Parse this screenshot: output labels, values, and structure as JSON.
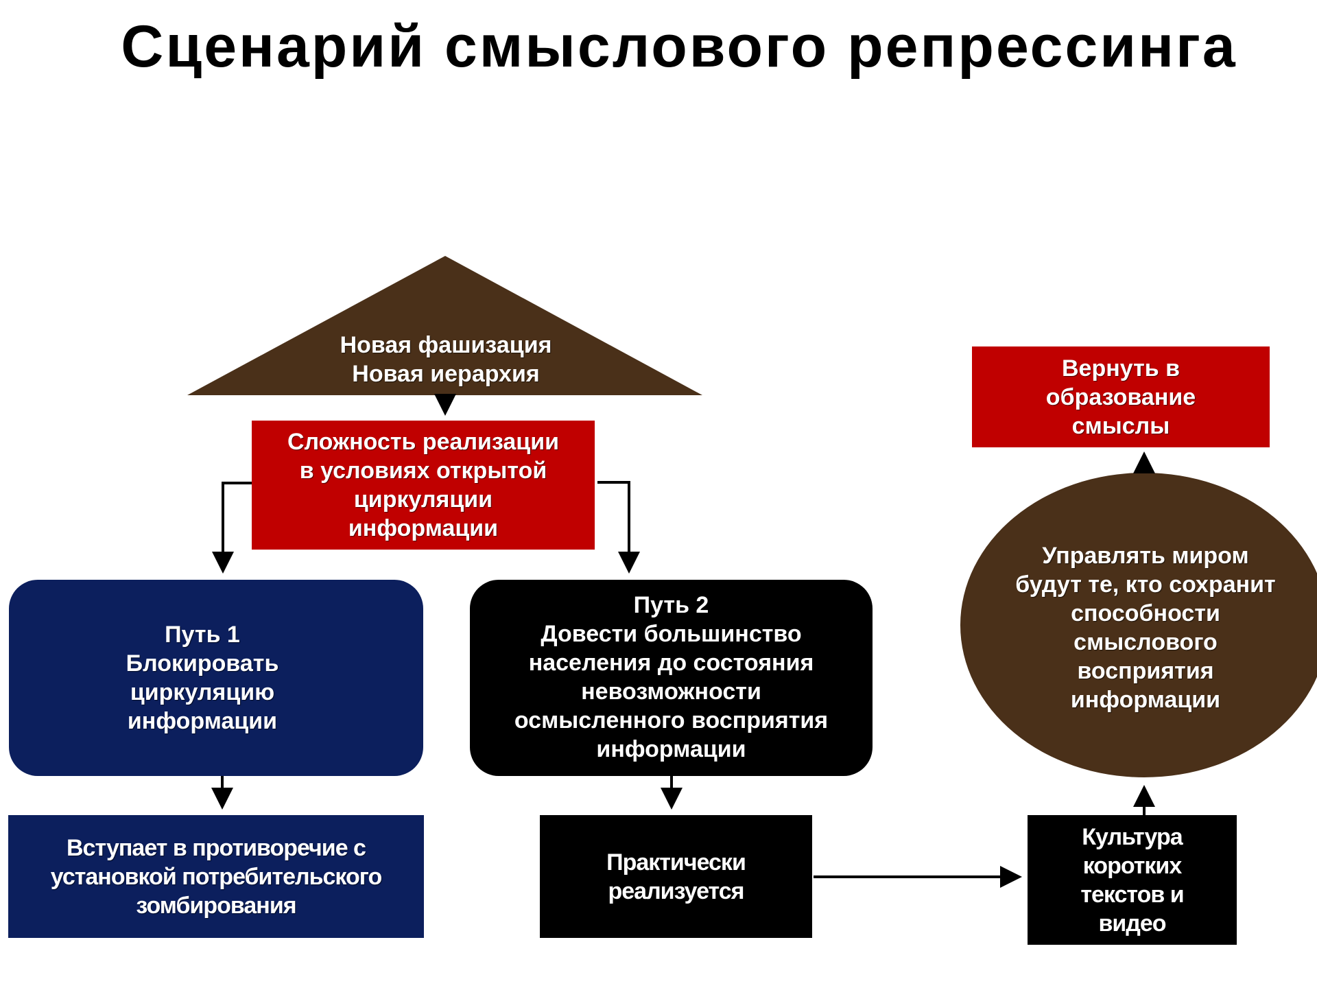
{
  "title": "Сценарий смыслового репрессинга",
  "colors": {
    "brown": "#4a3019",
    "red": "#c00000",
    "navy": "#0c1f5d",
    "black": "#000000",
    "connector": "#000000"
  },
  "nodes": {
    "hierarchy": "Новая фашизация\nНовая иерархия",
    "complexity": "Сложность реализации\nв условиях открытой\nциркуляции\nинформации",
    "path1": "Путь 1\nБлокировать\nциркуляцию\nинформации",
    "path2": "Путь 2\nДовести большинство\nнаселения до состояния\nневозможности\nосмысленного восприятия\nинформации",
    "contradiction": "Вступает в противоречие с\nустановкой потребительского\nзомбирования",
    "practically": "Практически\nреализуется",
    "short_culture": "Культура\nкоротких\nтекстов и\nвидео",
    "rule_world": "Управлять миром\nбудут те, кто сохранит\nспособности\nсмыслового\nвосприятия\nинформации",
    "return_meaning": "Вернуть в\nобразование\nсмыслы"
  },
  "edges": [
    {
      "from": "hierarchy",
      "to": "complexity"
    },
    {
      "from": "complexity",
      "to": "path1"
    },
    {
      "from": "complexity",
      "to": "path2"
    },
    {
      "from": "path1",
      "to": "contradiction"
    },
    {
      "from": "path2",
      "to": "practically"
    },
    {
      "from": "practically",
      "to": "short_culture"
    },
    {
      "from": "short_culture",
      "to": "rule_world"
    },
    {
      "from": "rule_world",
      "to": "return_meaning"
    }
  ]
}
